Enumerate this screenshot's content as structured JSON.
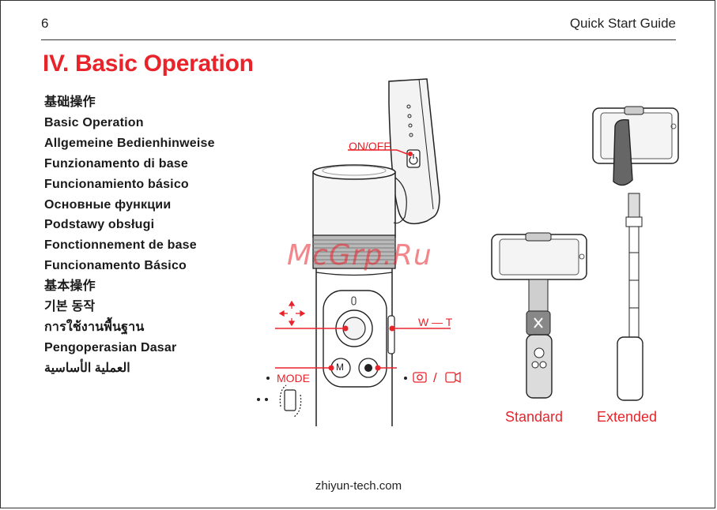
{
  "header": {
    "page_number": "6",
    "guide_title": "Quick Start Guide"
  },
  "section_title": "IV. Basic Operation",
  "languages": [
    "基础操作",
    "Basic Operation",
    "Allgemeine Bedienhinweise",
    "Funzionamento di base",
    "Funcionamiento básico",
    "Основные функции",
    "Podstawy obsługi",
    "Fonctionnement de base",
    "Funcionamento Básico",
    "基本操作",
    "기본 동작",
    "การใช้งานพื้นฐาน",
    "Pengoperasian Dasar",
    "العملية الأساسية"
  ],
  "callouts": {
    "on_off": "ON/OFF",
    "zoom": "W — T",
    "mode": "MODE",
    "mode_button": "M",
    "photo_video_separator": "/"
  },
  "captions": {
    "standard": "Standard",
    "extended": "Extended"
  },
  "watermark": "McGrp.Ru",
  "footer": {
    "website": "zhiyun-tech.com"
  },
  "colors": {
    "accent": "#e8232a",
    "ink": "#222222"
  }
}
